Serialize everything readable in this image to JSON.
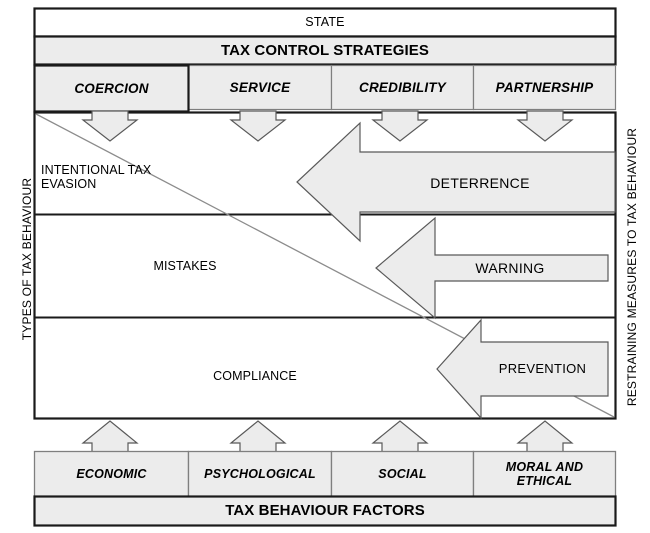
{
  "diagram": {
    "title_top": "STATE",
    "banner_top": "TAX CONTROL STRATEGIES",
    "banner_bottom": "TAX BEHAVIOUR FACTORS",
    "axis_left": "TYPES OF TAX BEHAVIOUR",
    "axis_right": "RESTRAINING MEASURES TO TAX BEHAVIOUR",
    "strategies": [
      {
        "label": "COERCION"
      },
      {
        "label": "SERVICE"
      },
      {
        "label": "CREDIBILITY"
      },
      {
        "label": "PARTNERSHIP"
      }
    ],
    "behaviours": [
      {
        "label": "INTENTIONAL TAX\nEVASION"
      },
      {
        "label": "MISTAKES"
      },
      {
        "label": "COMPLIANCE"
      }
    ],
    "measures": [
      {
        "label": "DETERRENCE"
      },
      {
        "label": "WARNING"
      },
      {
        "label": "PREVENTION"
      }
    ],
    "factors": [
      {
        "label": "ECONOMIC"
      },
      {
        "label": "PSYCHOLOGICAL"
      },
      {
        "label": "SOCIAL"
      },
      {
        "label": "MORAL AND\nETHICAL"
      }
    ],
    "colors": {
      "fill_gray": "#ececec",
      "stroke_dark": "#1a1a1a",
      "stroke_mid": "#595959",
      "stroke_light": "#7f7f7f",
      "background": "#ffffff",
      "text": "#000000"
    }
  }
}
